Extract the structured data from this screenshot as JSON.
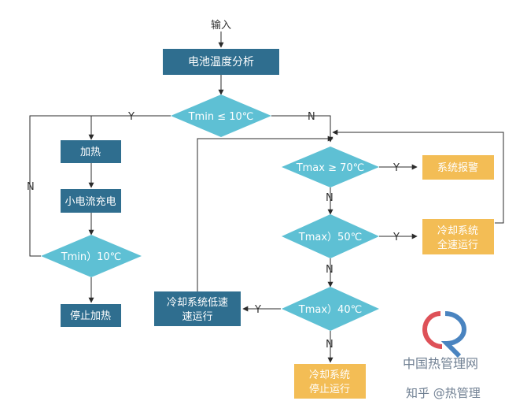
{
  "colors": {
    "dark_box": "#2f6e8f",
    "diamond": "#5ec0d4",
    "orange_box": "#f3bd55",
    "line": "#2b2b2b",
    "white_text": "#ffffff",
    "watermark": "#6f7f92",
    "logo_red": "#d8333b",
    "logo_blue": "#2a6fb5"
  },
  "flowchart": {
    "input_label": "输入",
    "battery_analysis": "电池温度分析",
    "cond_tmin_le10": "Tmin ≤ 10℃",
    "heating": "加热",
    "low_current_charge": "小电流充电",
    "cond_tmin_gt10": "Tmin）10℃",
    "stop_heating": "停止加热",
    "cond_tmax_ge70": "Tmax ≥ 70℃",
    "system_alarm": "系统报警",
    "cond_tmax_gt50": "Tmax）50℃",
    "cooling_full": [
      "冷却系统",
      "全速运行"
    ],
    "cond_tmax_gt40": "Tmax）40℃",
    "cooling_low": [
      "冷却系统低速",
      "速运行"
    ],
    "cooling_stop": [
      "冷却系统",
      "停止运行"
    ],
    "label_y": "Y",
    "label_n": "N"
  },
  "watermark": {
    "site": "中国热管理网",
    "zhihu": "知乎 @热管理"
  }
}
